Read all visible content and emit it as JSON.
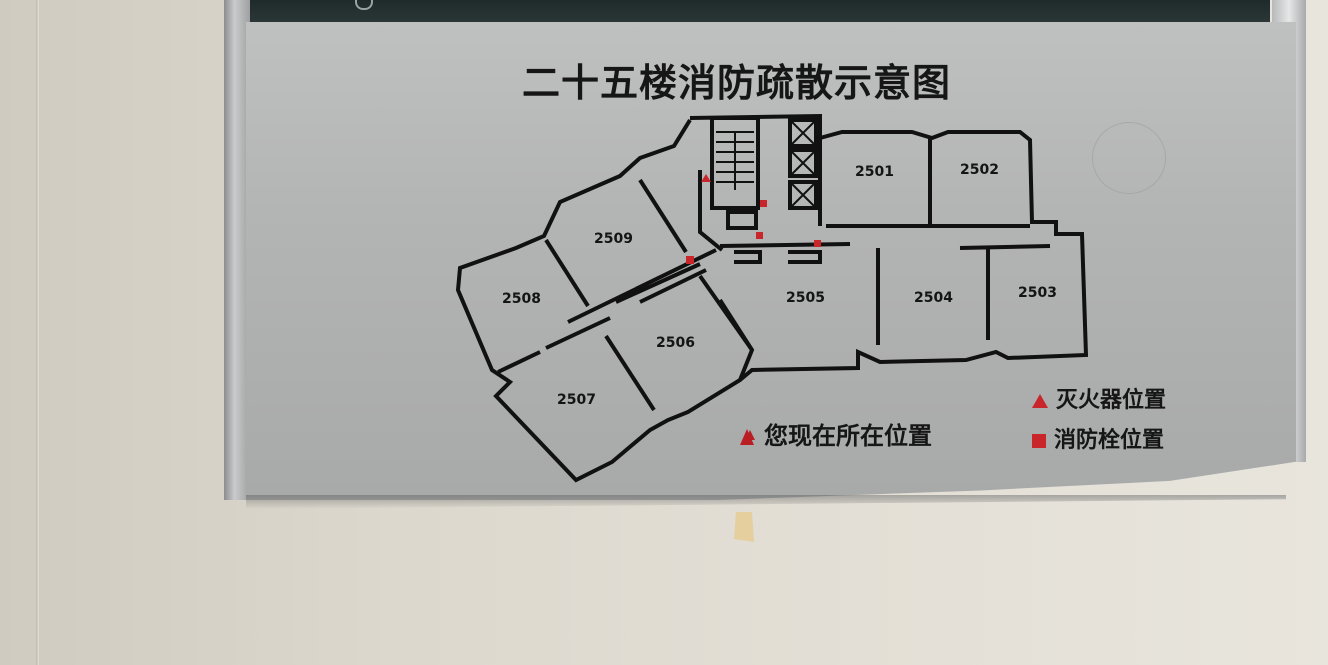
{
  "sign": {
    "title": "二十五楼消防疏散示意图",
    "units": [
      "2501",
      "2502",
      "2503",
      "2504",
      "2505",
      "2506",
      "2507",
      "2508",
      "2509"
    ],
    "legend": {
      "you_are_here": "您现在所在位置",
      "extinguisher": "灭火器位置",
      "hydrant": "消防栓位置"
    },
    "colors": {
      "marker_red": "#c8262a",
      "panel": "#b6b7b7",
      "ink": "#161616"
    },
    "icons": {
      "extinguisher": "triangle-icon",
      "hydrant": "square-icon",
      "you_are_here": "arrow-up-icon"
    }
  }
}
